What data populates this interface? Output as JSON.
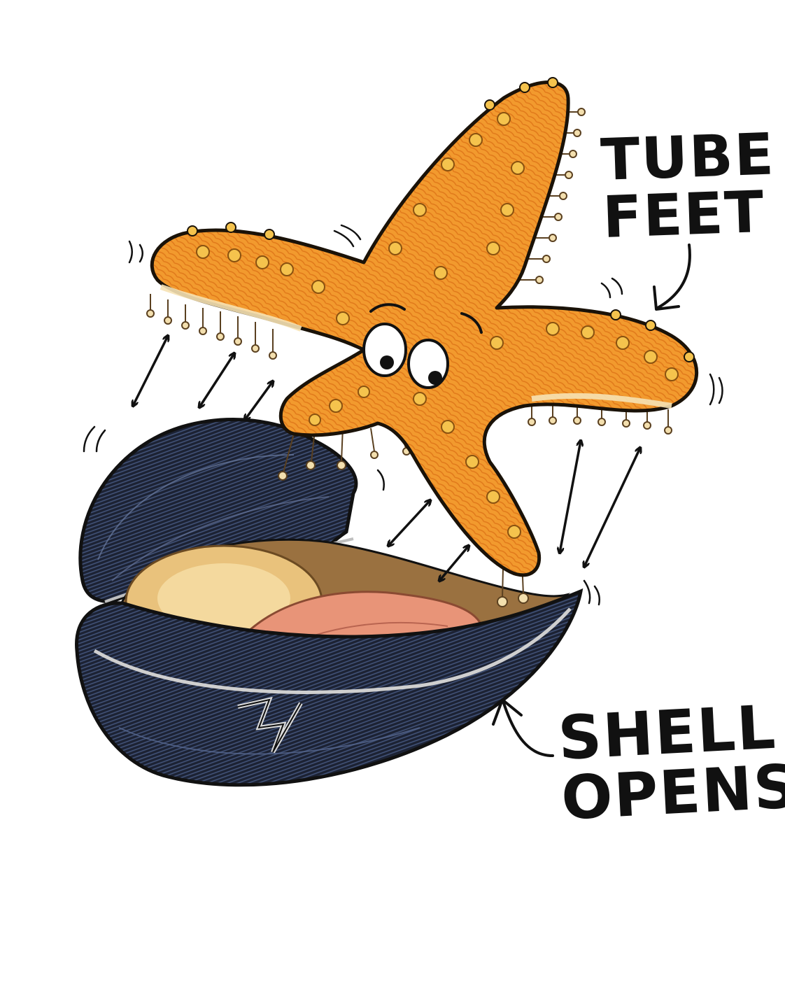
{
  "labels": {
    "tube_feet": {
      "line1": "TUBE",
      "line2": "FEET"
    },
    "shell_opens": {
      "line1": "SHELL",
      "line2": "OPENS"
    }
  },
  "colors": {
    "starfish_orange": "#f29a2e",
    "starfish_outline": "#1a1208",
    "starfish_bump": "#f5c34d",
    "tube_foot": "#f3dfae",
    "mussel_shell_dark": "#1c2233",
    "mussel_shell_blue": "#3b4a6e",
    "mussel_flesh_cream": "#e9c27c",
    "mussel_flesh_pink": "#e89478",
    "mussel_flesh_brown": "#9a7140",
    "ink": "#111111"
  },
  "icons": [
    "double-headed-arrow-icon",
    "curved-pointer-arrow-icon",
    "motion-lines-icon"
  ]
}
